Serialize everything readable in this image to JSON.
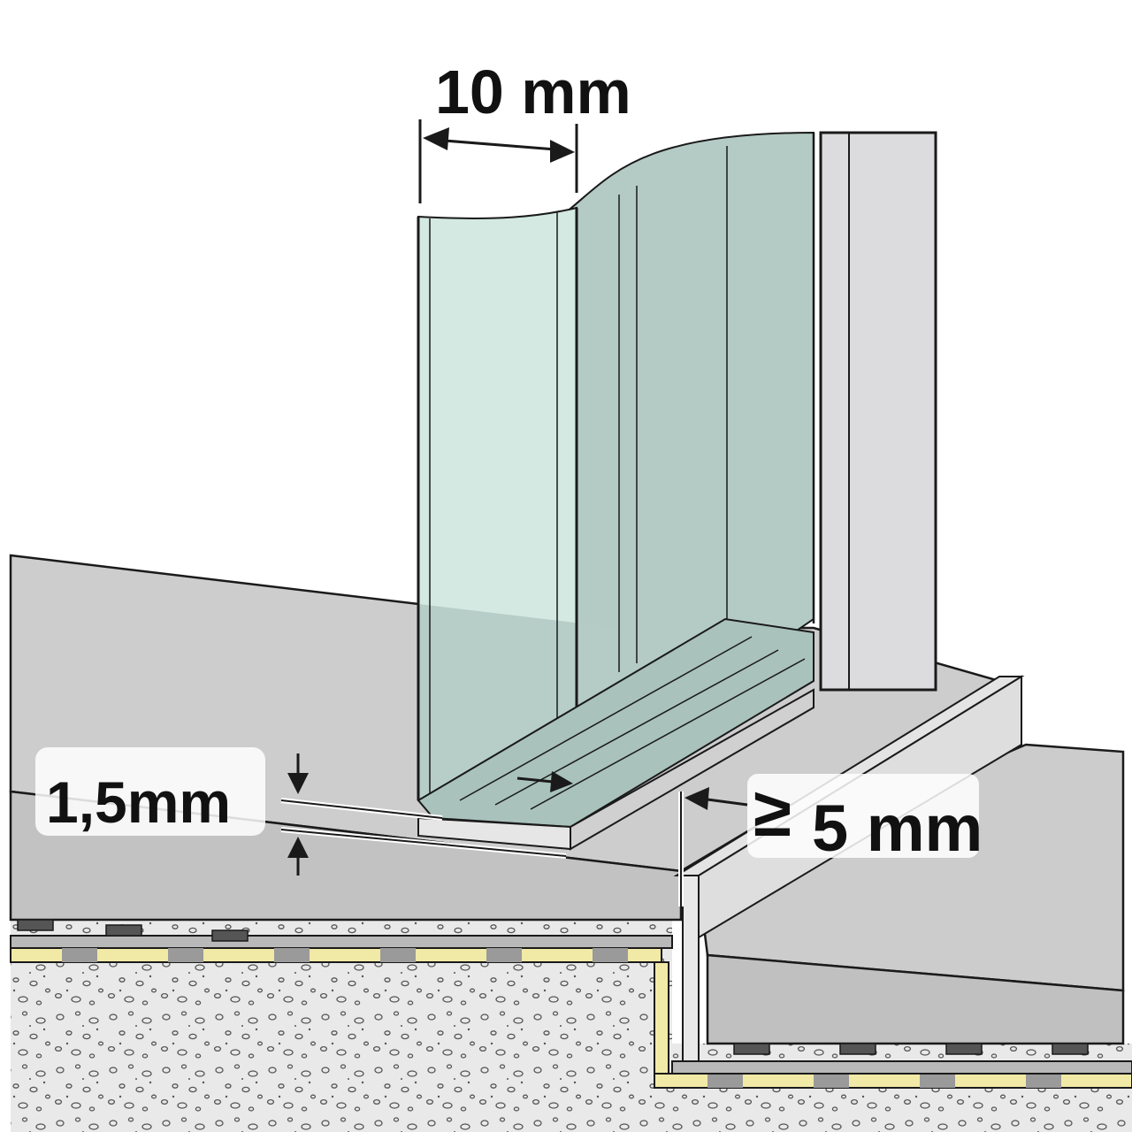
{
  "dimensions": {
    "glass_thickness": "10 mm",
    "seal_height": "1,5mm",
    "joint_gap_symbol": "≥",
    "joint_gap_value": "5 mm"
  },
  "colors": {
    "glass": "#d3e9e2",
    "glass_dark": "#b4cbc5",
    "wall": "#dcdcde",
    "tile": "#cccccc",
    "tile_top": "#bcbcbc",
    "screed_dots": "#e8e8e8",
    "membrane_yellow": "#f1e9a6",
    "outline": "#1a1a1a"
  }
}
